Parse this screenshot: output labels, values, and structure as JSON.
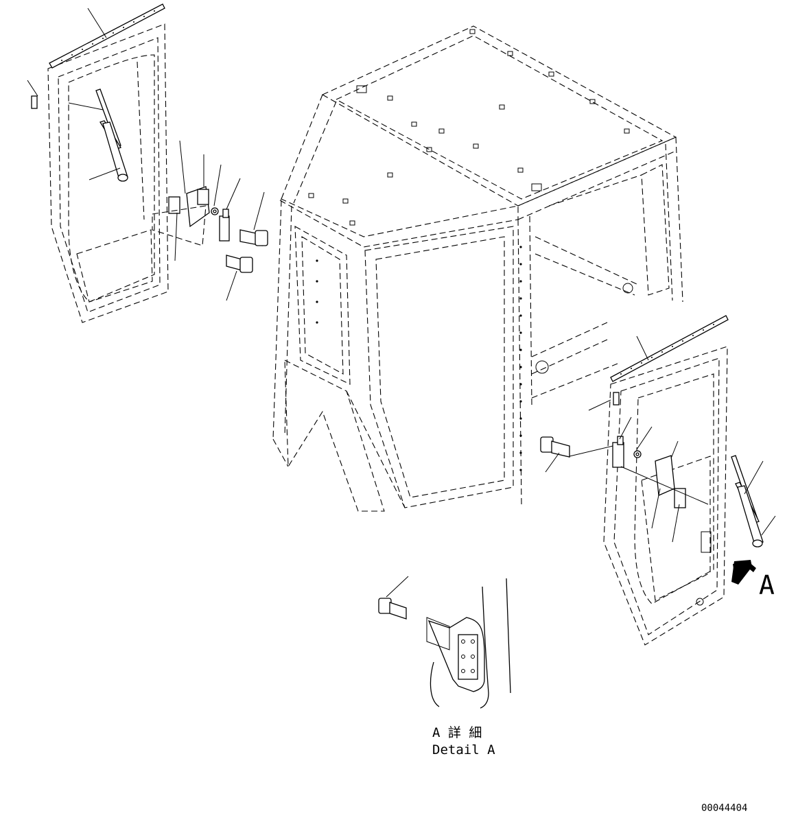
{
  "detail_label": {
    "letter": "A",
    "japanese": "A 詳 細",
    "english": "Detail A"
  },
  "view_arrow_letter": "A",
  "drawing_number": "00044404"
}
